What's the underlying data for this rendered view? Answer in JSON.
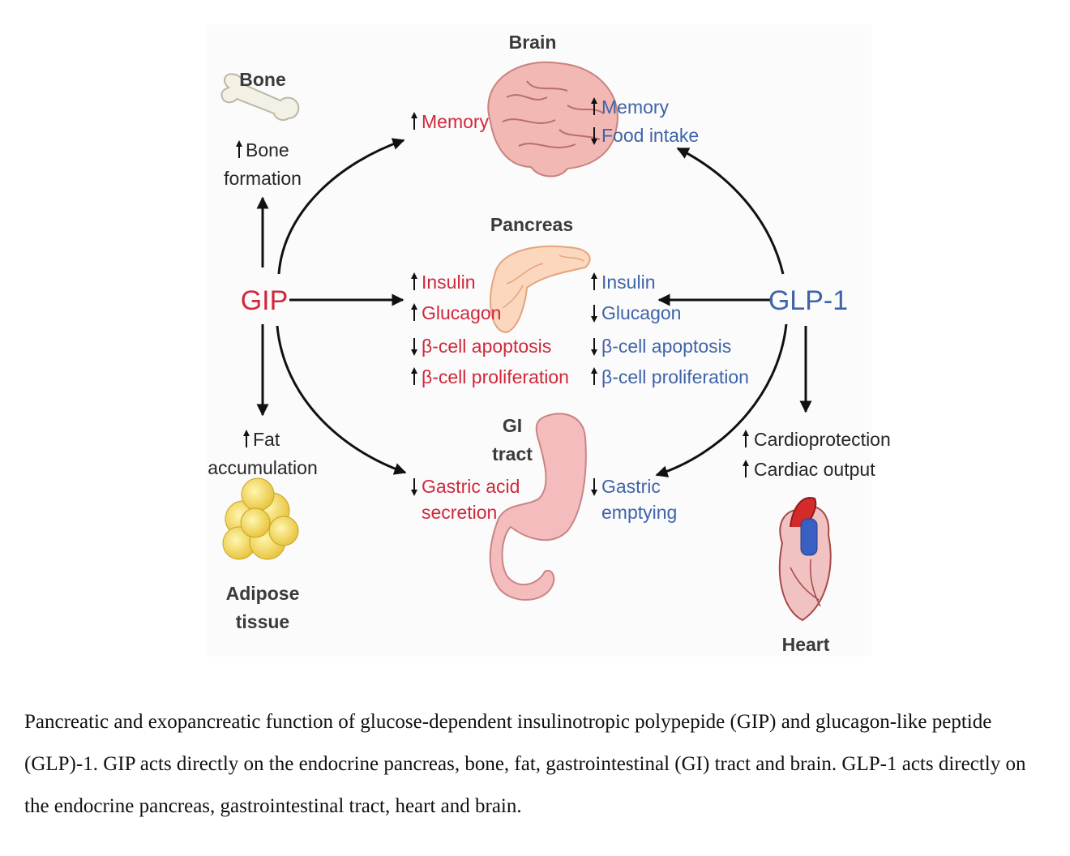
{
  "organs": {
    "brain": "Brain",
    "bone": "Bone",
    "pancreas": "Pancreas",
    "gi_line1": "GI",
    "gi_line2": "tract",
    "adipose_line1": "Adipose",
    "adipose_line2": "tissue",
    "heart": "Heart"
  },
  "hormones": {
    "gip": "GIP",
    "glp1": "GLP-1"
  },
  "gip_effects": {
    "memory": "Memory",
    "bone_line1": "Bone",
    "bone_line2": "formation",
    "insulin": "Insulin",
    "glucagon": "Glucagon",
    "apoptosis": "β-cell apoptosis",
    "proliferation": "β-cell proliferation",
    "fat_line1": "Fat",
    "fat_line2": "accumulation",
    "gastric_line1": "Gastric acid",
    "gastric_line2": "secretion"
  },
  "glp1_effects": {
    "memory": "Memory",
    "food_intake": "Food intake",
    "insulin": "Insulin",
    "glucagon": "Glucagon",
    "apoptosis": "β-cell apoptosis",
    "proliferation": "β-cell proliferation",
    "cardioprotection": "Cardioprotection",
    "cardiac_output": "Cardiac output",
    "gastric_line1": "Gastric",
    "gastric_line2": "emptying"
  },
  "caption": "Pancreatic and exopancreatic function of glucose-dependent insulinotropic polypepide (GIP) and glucagon-like peptide (GLP)-1. GIP acts directly on the endocrine pancreas, bone, fat, gastrointestinal (GI) tract and brain. GLP-1 acts directly on the endocrine pancreas, gastrointestinal tract, heart and brain.",
  "colors": {
    "gip": "#d0283a",
    "glp1": "#3f64a8",
    "arrow": "#111111"
  }
}
